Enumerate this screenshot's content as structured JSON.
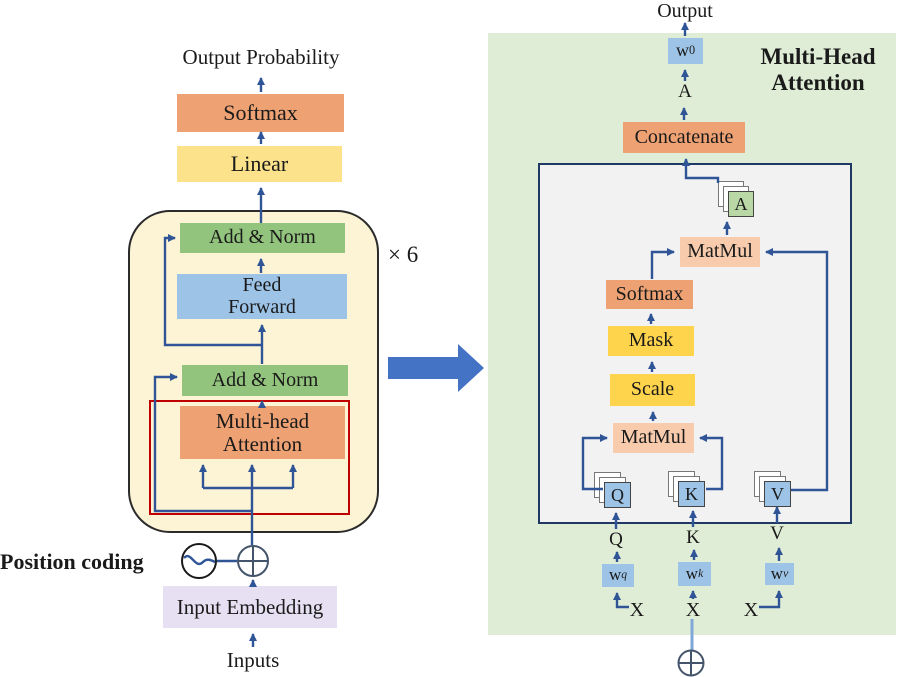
{
  "colors": {
    "orange": "#EEA273",
    "yellow_light": "#FBE28B",
    "gold": "#FFD44D",
    "peach": "#F8CBAD",
    "green_box": "#93C47D",
    "green_stack": "#B9D8A5",
    "blue_box": "#9DC3E6",
    "cream": "#FDF3D5",
    "lavender": "#E6E0F2",
    "panel_green": "#E0EDD6",
    "inner_gray": "#F2F2F2",
    "navy": "#1F3864",
    "arrow": "#2F5597",
    "big_arrow": "#4472C4",
    "red": "#C00000",
    "light_blue_line": "#7FA8D9",
    "outline_dark": "#2B2B2B",
    "plus_stroke": "#44546A"
  },
  "encoder": {
    "output_probability": "Output Probability",
    "softmax": "Softmax",
    "linear": "Linear",
    "add_norm_top": "Add & Norm",
    "feed_forward_line1": "Feed",
    "feed_forward_line2": "Forward",
    "add_norm_bottom": "Add & Norm",
    "mha_line1": "Multi-head",
    "mha_line2": "Attention",
    "repeat": "× 6",
    "position_coding": "Position coding",
    "input_embedding": "Input Embedding",
    "inputs": "Inputs"
  },
  "mha_panel": {
    "output": "Output",
    "title_line1": "Multi-Head",
    "title_line2": "Attention",
    "w0_base": "w",
    "w0_sub": "0",
    "a_label": "A",
    "concatenate": "Concatenate",
    "a_stack": "A",
    "matmul_top": "MatMul",
    "softmax": "Softmax",
    "mask": "Mask",
    "scale": "Scale",
    "matmul_bottom": "MatMul",
    "q_stack": "Q",
    "k_stack": "K",
    "v_stack": "V",
    "q_label": "Q",
    "k_label": "K",
    "v_label": "V",
    "wq_base": "w",
    "wq_sub": "q",
    "wk_base": "w",
    "wk_sub": "k",
    "wv_base": "w",
    "wv_sub": "v",
    "x1": "X",
    "x2": "X",
    "x3": "X"
  }
}
